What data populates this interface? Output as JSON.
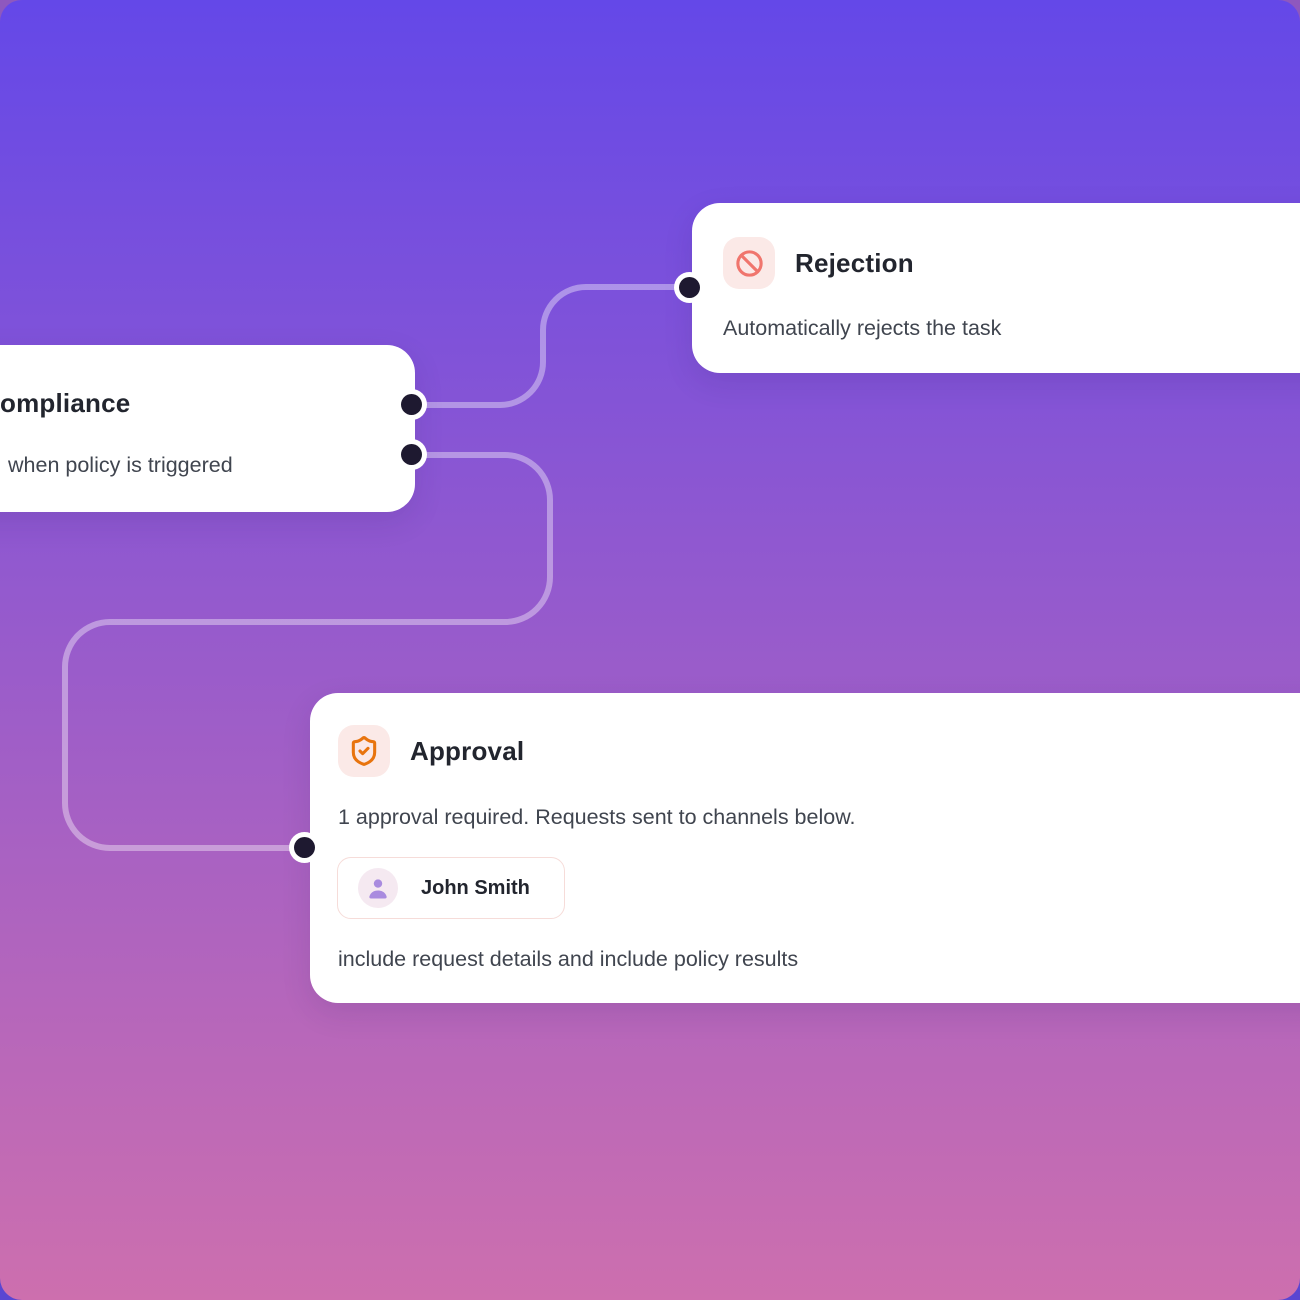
{
  "canvas": {
    "background_top_color": "#6448e8",
    "background_bottom_color": "#cd6fae",
    "connector_color": "rgba(255,255,255,0.38)",
    "port_color": "#1e1930"
  },
  "nodes": {
    "compliance": {
      "title": "ompliance",
      "description": "when policy is triggered"
    },
    "rejection": {
      "title": "Rejection",
      "description": "Automatically rejects the task",
      "icon": "ban-icon",
      "icon_color": "#f0756d",
      "icon_bg_color": "#fbe9e7"
    },
    "approval": {
      "title": "Approval",
      "description": "1 approval required. Requests sent to channels below.",
      "detail": "include request details and include policy results",
      "icon": "shield-check-icon",
      "icon_color": "#e8740e",
      "icon_bg_color": "#fbe9e7",
      "approver": {
        "name": "John Smith",
        "icon": "person-icon",
        "icon_color": "#a98bdf"
      }
    }
  }
}
